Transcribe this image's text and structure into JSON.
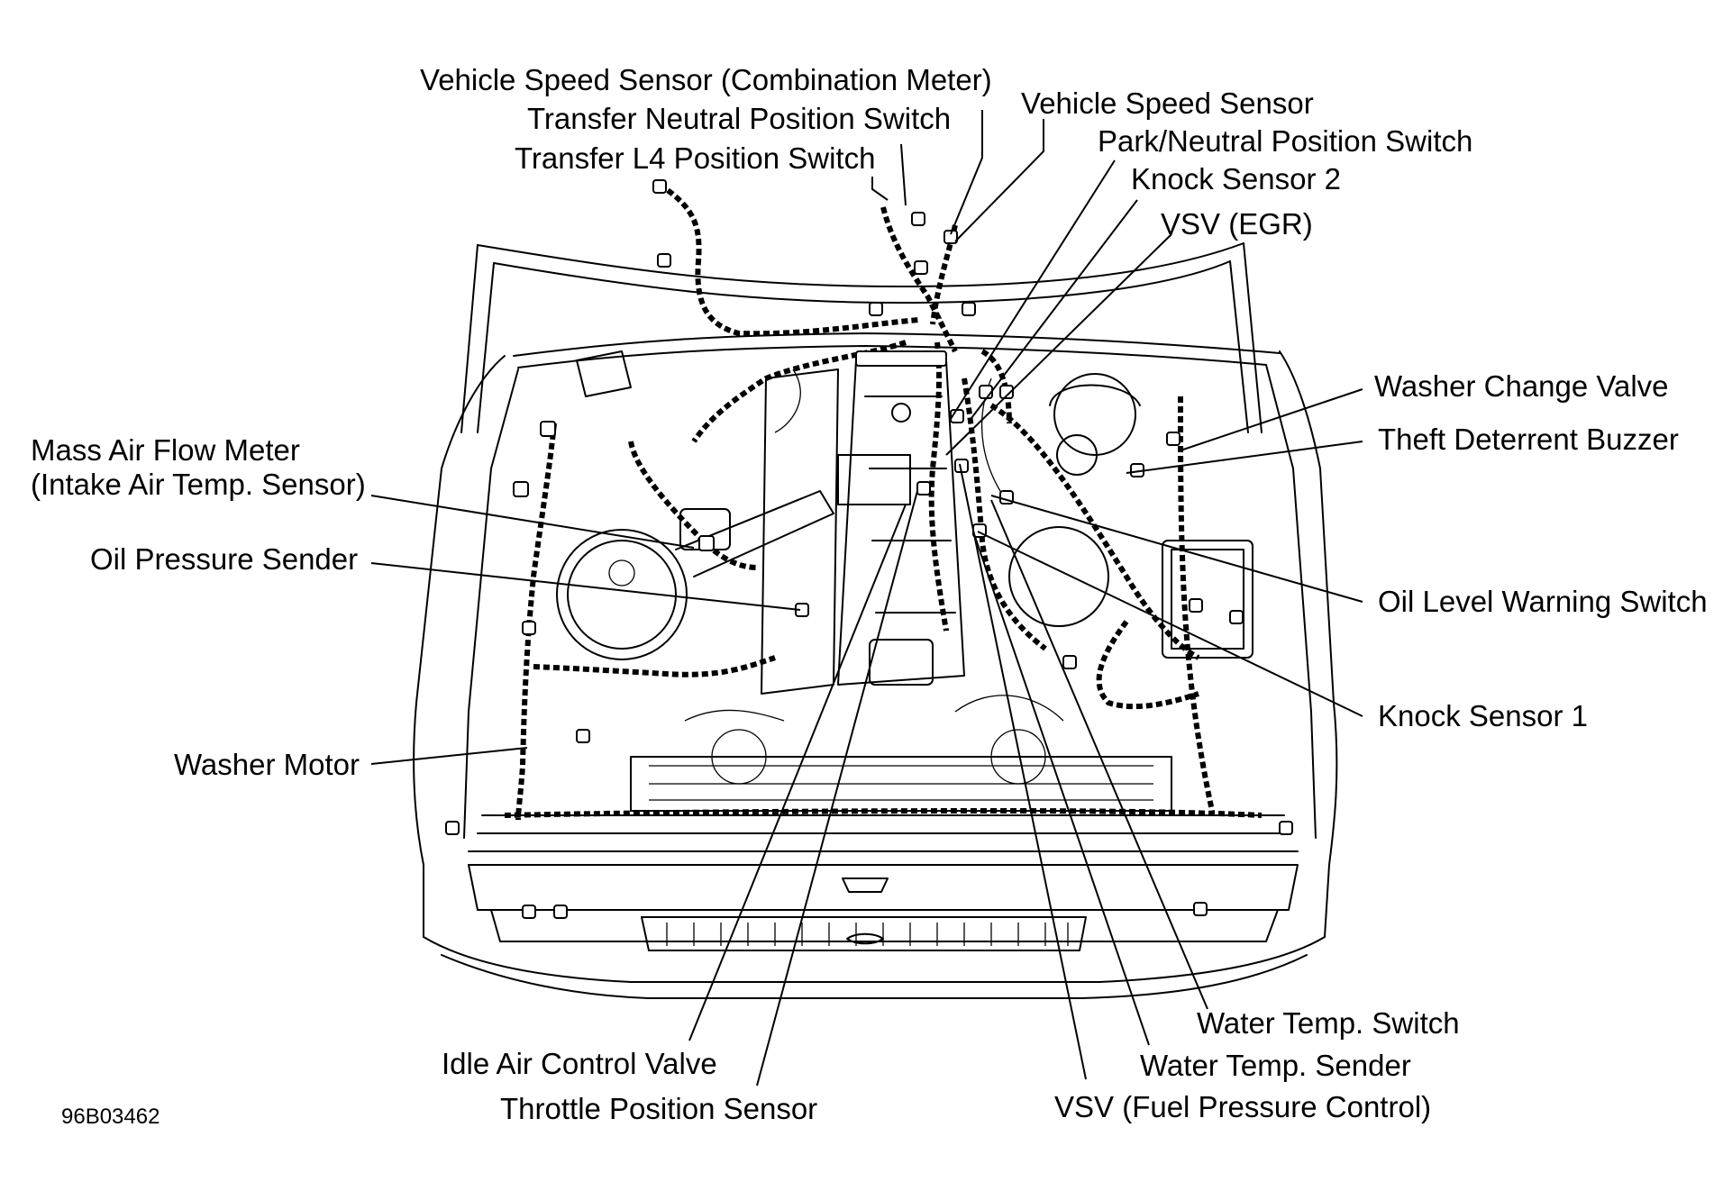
{
  "diagram_code": "96B03462",
  "labels": {
    "vss_combination_meter": "Vehicle Speed Sensor (Combination Meter)",
    "transfer_neutral": "Transfer Neutral Position Switch",
    "transfer_l4": "Transfer L4 Position Switch",
    "vehicle_speed_sensor": "Vehicle Speed Sensor",
    "park_neutral": "Park/Neutral Position Switch",
    "knock_sensor_2": "Knock Sensor 2",
    "vsv_egr": "VSV (EGR)",
    "washer_change_valve": "Washer Change Valve",
    "theft_deterrent_buzzer": "Theft Deterrent Buzzer",
    "maf_line1": "Mass Air Flow Meter",
    "maf_line2": "(Intake Air Temp. Sensor)",
    "oil_pressure_sender": "Oil Pressure Sender",
    "oil_level_warning": "Oil Level Warning Switch",
    "knock_sensor_1": "Knock Sensor 1",
    "washer_motor": "Washer Motor",
    "water_temp_switch": "Water Temp. Switch",
    "idle_air_control": "Idle Air Control Valve",
    "water_temp_sender": "Water Temp. Sender",
    "throttle_position": "Throttle Position Sensor",
    "vsv_fuel_pressure": "VSV (Fuel Pressure Control)"
  }
}
